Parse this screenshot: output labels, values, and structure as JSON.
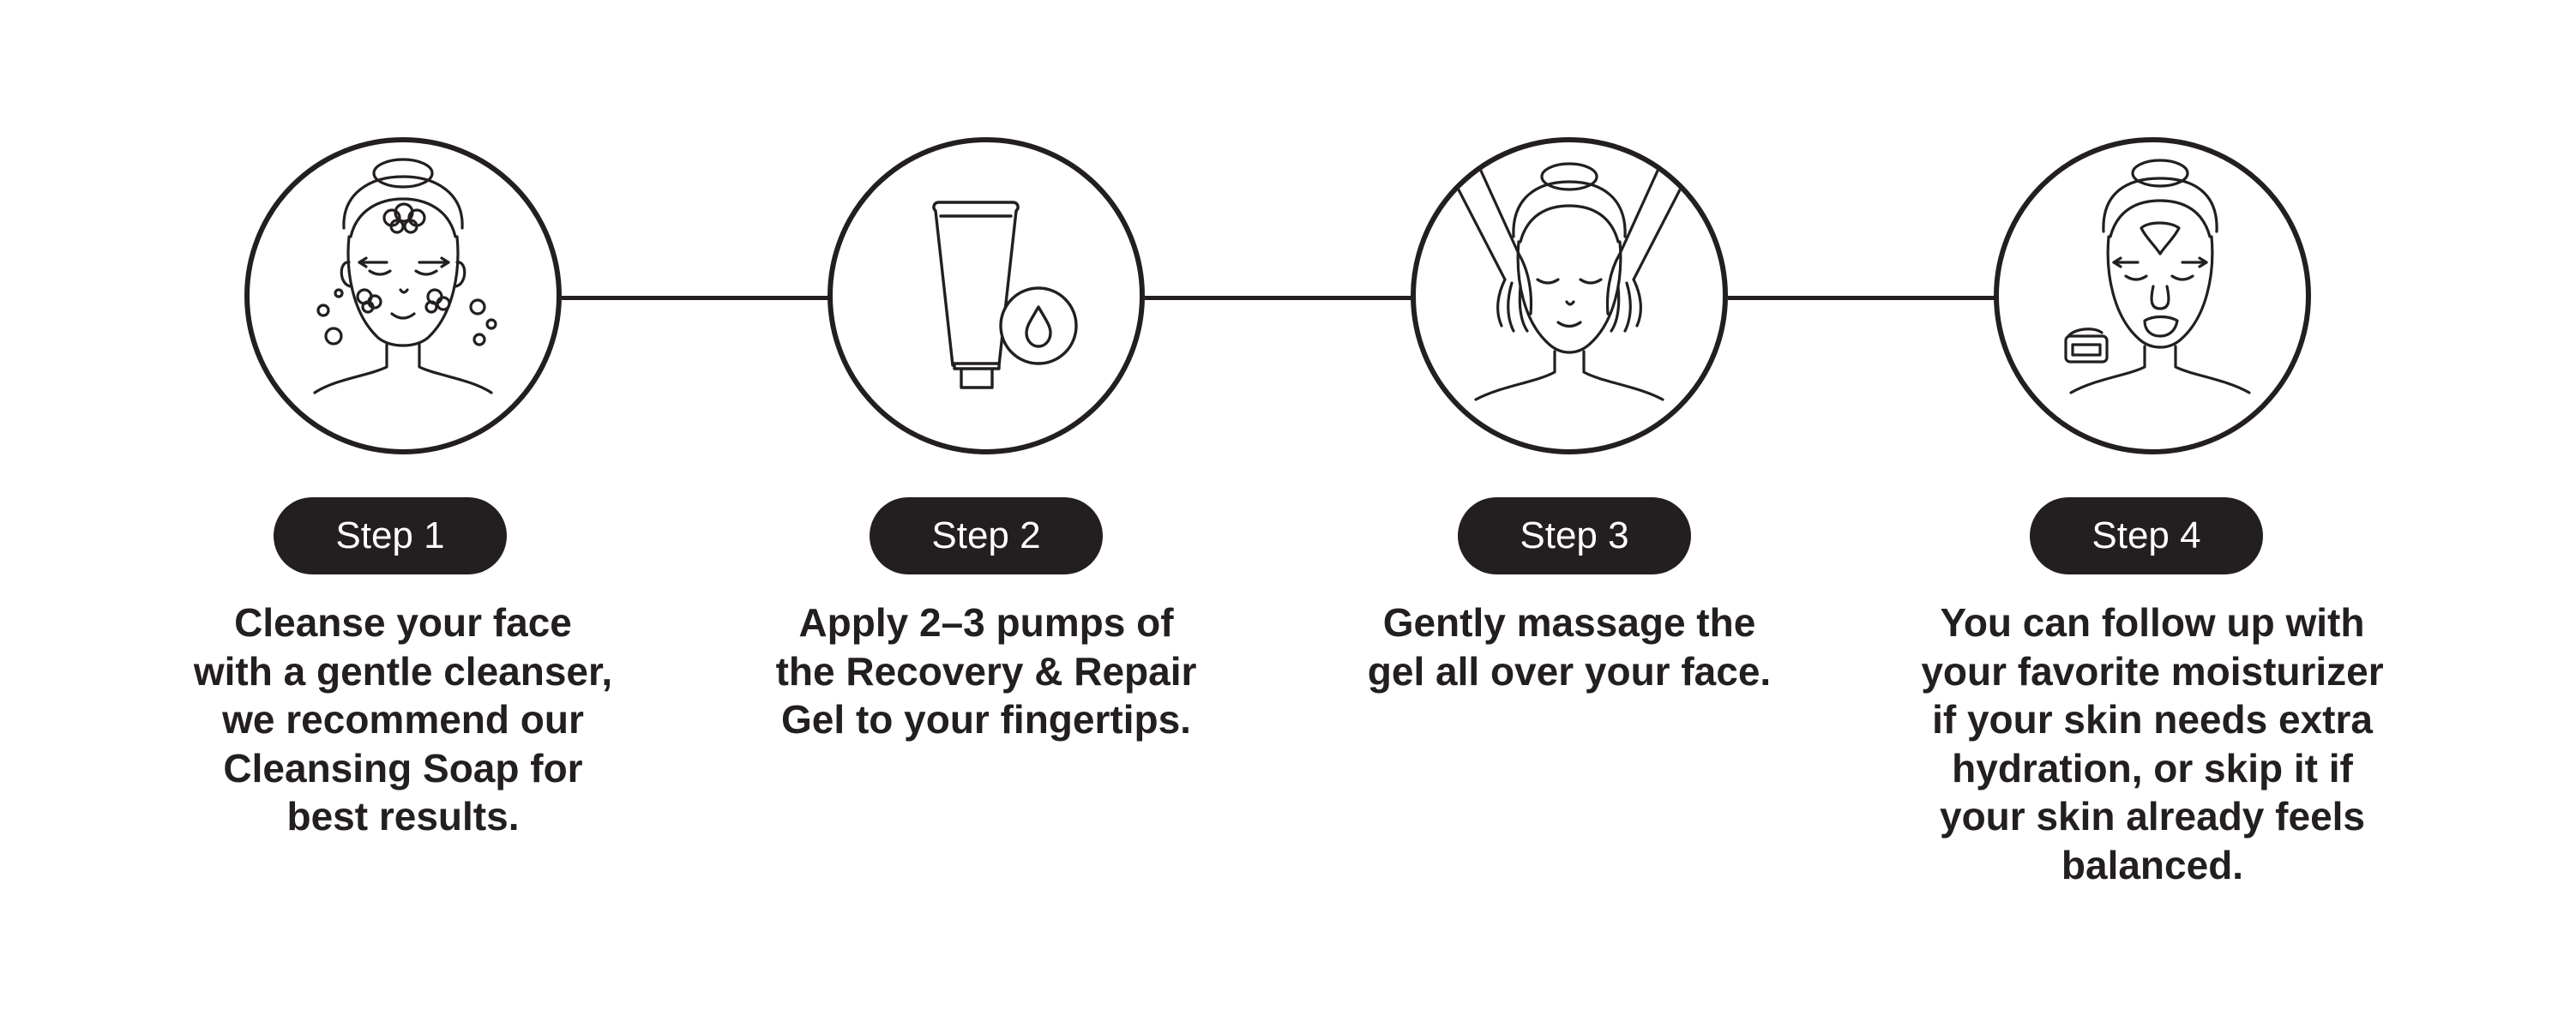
{
  "steps": [
    {
      "label": "Step 1",
      "icon": "face-cleansing-icon",
      "lines": [
        "Cleanse your face",
        "with a gentle cleanser,",
        "we recommend our",
        "Cleansing Soap for",
        "best results."
      ]
    },
    {
      "label": "Step 2",
      "icon": "gel-tube-drop-icon",
      "lines": [
        "Apply 2–3 pumps of",
        "the Recovery & Repair",
        "Gel to your fingertips."
      ]
    },
    {
      "label": "Step 3",
      "icon": "face-massage-icon",
      "lines": [
        "Gently massage the",
        "gel all over your face."
      ]
    },
    {
      "label": "Step 4",
      "icon": "face-moisturizer-icon",
      "lines": [
        "You can follow up with",
        "your favorite moisturizer",
        "if your skin needs extra",
        "hydration, or skip it if",
        "your skin already feels",
        "balanced."
      ]
    }
  ],
  "colors": {
    "ink": "#231f20",
    "background": "#ffffff",
    "pill_text": "#ffffff"
  }
}
